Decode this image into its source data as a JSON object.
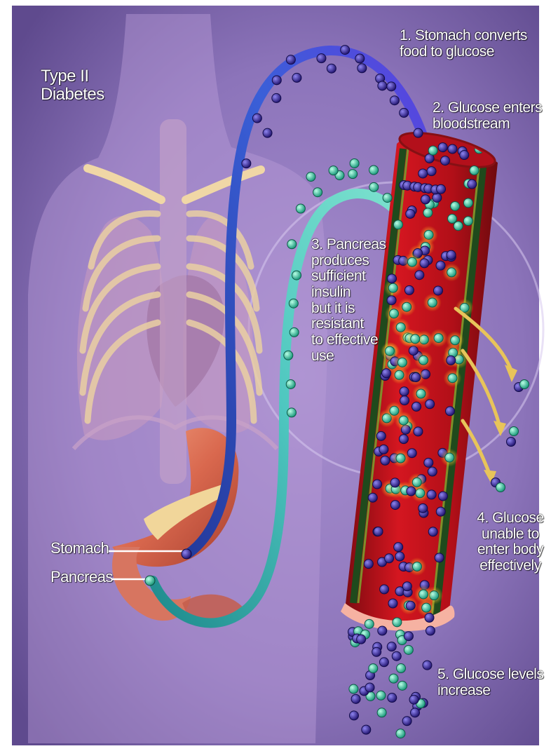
{
  "title": "Type II\nDiabetes",
  "labels": {
    "stomach": "Stomach",
    "pancreas": "Pancreas"
  },
  "steps": {
    "step1": "1. Stomach converts\nfood to glucose",
    "step2": "2. Glucose enters\nbloodstream",
    "step3": "3. Pancreas\nproduces\nsufficient\ninsulin\nbut it is\nresistant\nto effective\nuse",
    "step4": "4. Glucose\nunable to\nenter body\neffectively",
    "step5": "5. Glucose levels\nincrease"
  },
  "colors": {
    "background": "#7a64a6",
    "vessel": "#c8111c",
    "glucose": "#3b2a9c",
    "insulin": "#3fc5a5",
    "glucose_path": "#3a54c8",
    "insulin_path": "#4fc7c0",
    "escape_arrow": "#e8c45a"
  }
}
